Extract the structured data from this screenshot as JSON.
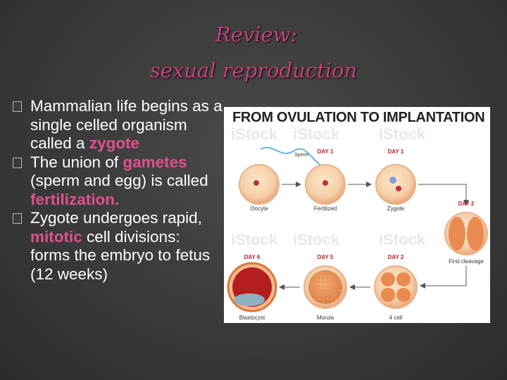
{
  "slide": {
    "title_line1": "Review:",
    "title_line2": "sexual reproduction"
  },
  "bullets": [
    {
      "parts": [
        {
          "t": "Mammalian life begins as a single celled organism called a "
        },
        {
          "t": "zygote",
          "hl": true
        }
      ]
    },
    {
      "parts": [
        {
          "t": "The union of "
        },
        {
          "t": "gametes",
          "hl": true
        },
        {
          "t": " (sperm and egg) is called "
        },
        {
          "t": "fertilization.",
          "hl": true
        }
      ]
    },
    {
      "parts": [
        {
          "t": "Zygote undergoes rapid, "
        },
        {
          "t": "mitotic",
          "hl": true
        },
        {
          "t": " cell divisions:  forms the embryo to fetus (12 weeks)"
        }
      ]
    }
  ],
  "figure": {
    "title": "FROM OVULATION TO IMPLANTATION",
    "sperm_label": "Sperm",
    "stages": [
      {
        "label": "Oocyte",
        "day": ""
      },
      {
        "label": "Fertilized",
        "day": "DAY 1"
      },
      {
        "label": "Zygote",
        "day": "DAY 1"
      },
      {
        "label": "First cleavage",
        "day": "DAY 2"
      },
      {
        "label": "4 cell",
        "day": "DAY 2"
      },
      {
        "label": "Morula",
        "day": "DAY 5"
      },
      {
        "label": "Blastocyst",
        "day": "DAY 6"
      }
    ],
    "watermark": "iStock"
  },
  "colors": {
    "title": "#c8407a",
    "highlight": "#e0518f",
    "day_label": "#c02030",
    "cell_fill": "#f6cfa8"
  }
}
